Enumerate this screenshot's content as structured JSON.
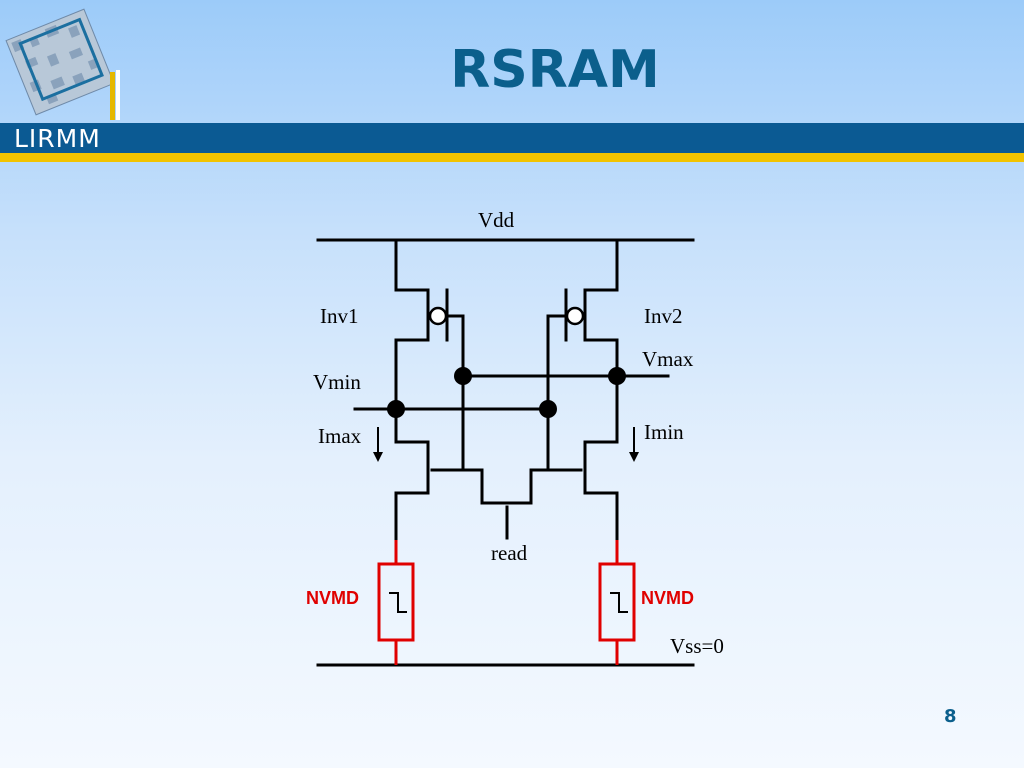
{
  "header": {
    "title": "RSRAM",
    "org": "LIRMM"
  },
  "diagram": {
    "vdd_label": "Vdd",
    "inv1_label": "Inv1",
    "inv2_label": "Inv2",
    "vmin_label": "Vmin",
    "vmax_label": "Vmax",
    "imax_label": "Imax",
    "imin_label": "Imin",
    "read_label": "read",
    "nvmd_left_label": "NVMD",
    "nvmd_right_label": "NVMD",
    "vss_label": "Vss=0",
    "wire_color": "#000000",
    "nvmd_color": "#e00000"
  },
  "footer": {
    "page_number": "8"
  }
}
